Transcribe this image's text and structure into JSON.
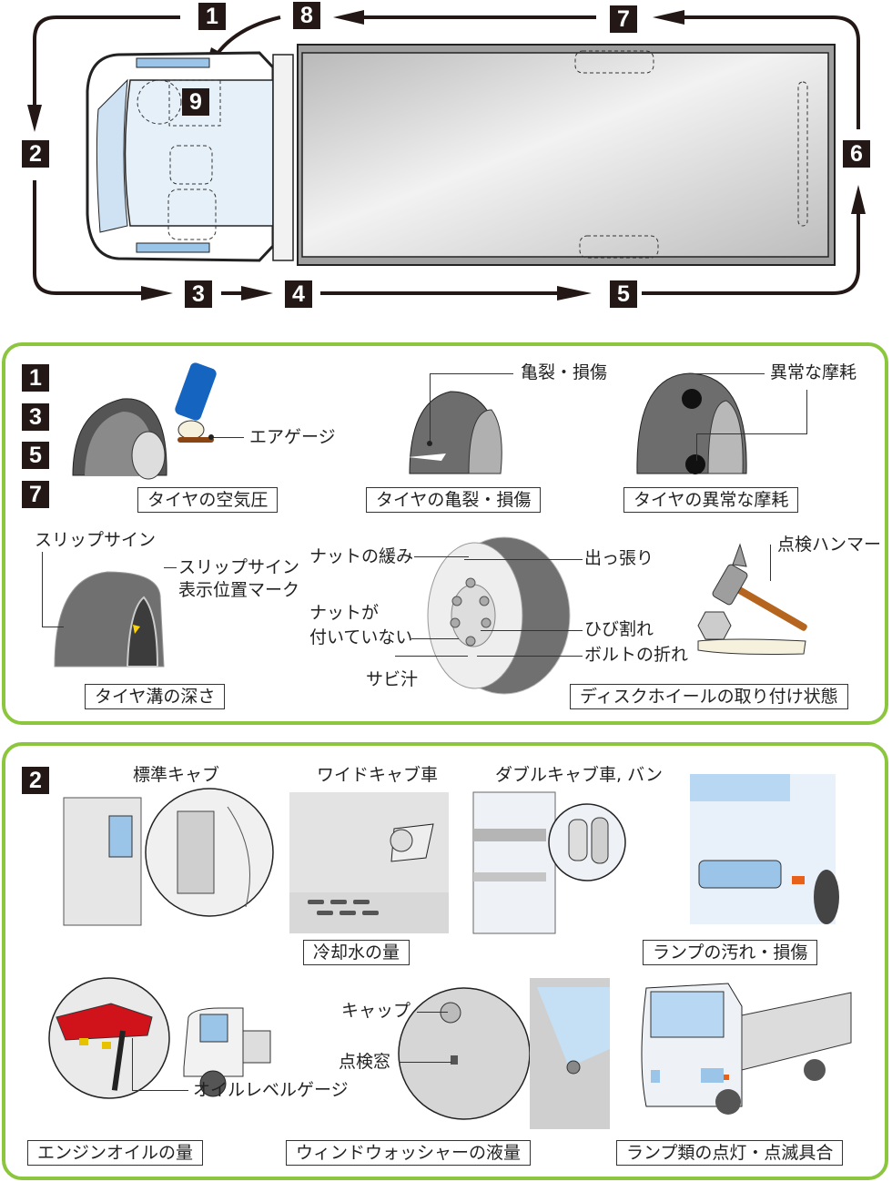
{
  "route": {
    "steps": [
      "1",
      "2",
      "3",
      "4",
      "5",
      "6",
      "7",
      "8",
      "9"
    ]
  },
  "section_tires": {
    "badges": [
      "1",
      "3",
      "5",
      "7"
    ],
    "air_pressure": {
      "callout": "エアゲージ",
      "caption": "タイヤの空気圧"
    },
    "cracks": {
      "callout": "亀裂・損傷",
      "caption": "タイヤの亀裂・損傷"
    },
    "abnormal_wear": {
      "callout": "異常な摩耗",
      "caption": "タイヤの異常な摩耗"
    },
    "groove_depth": {
      "callout_1": "スリップサイン",
      "callout_2_line1": "スリップサイン",
      "callout_2_line2": "表示位置マーク",
      "caption": "タイヤ溝の深さ"
    },
    "disc_wheel": {
      "left_callouts": {
        "nut_loose": "ナットの緩み",
        "nut_missing_1": "ナットが",
        "nut_missing_2": "付いていない",
        "rust": "サビ汁"
      },
      "right_callouts": {
        "bulge": "出っ張り",
        "crack": "ひび割れ",
        "bolt_broken": "ボルトの折れ"
      },
      "hammer": "点検ハンマー",
      "caption": "ディスクホイールの取り付け状態"
    }
  },
  "section_front": {
    "badge": "2",
    "coolant": {
      "standard_cab": "標準キャブ",
      "wide_cab": "ワイドキャブ車",
      "double_cab": "ダブルキャブ車, バン",
      "caption": "冷却水の量"
    },
    "lamp_damage": {
      "caption": "ランプの汚れ・損傷"
    },
    "engine_oil": {
      "callout": "オイルレベルゲージ",
      "caption": "エンジンオイルの量"
    },
    "washer": {
      "cap": "キャップ",
      "window": "点検窓",
      "caption": "ウィンドウォッシャーの液量"
    },
    "lamp_operation": {
      "caption": "ランプ類の点灯・点滅具合"
    }
  },
  "colors": {
    "panel_border": "#8cc63f",
    "badge_bg": "#231815",
    "cab_fill": "#e6f0f8",
    "accent_blue": "#1565c0",
    "engine_red": "#d0121b"
  }
}
